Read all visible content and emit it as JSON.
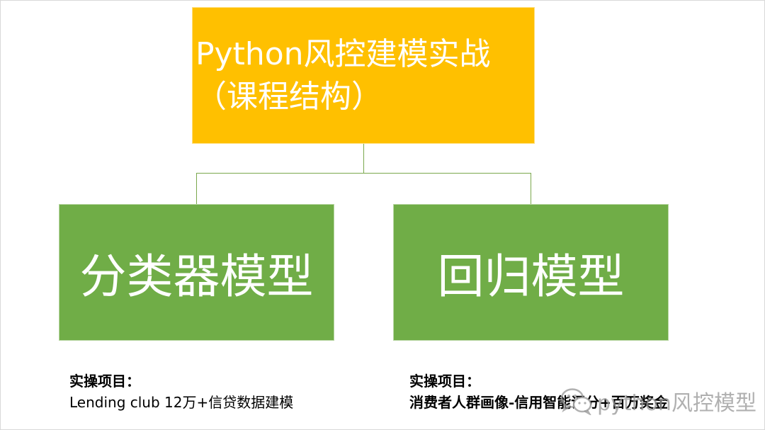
{
  "diagram": {
    "root": {
      "label": "Python风控建模实战（课程结构）",
      "color": "#FFC000"
    },
    "children": [
      {
        "id": "left",
        "label": "分类器模型",
        "color": "#70AD47",
        "caption_title": "实操项目：",
        "caption_text": "Lending club 12万+信贷数据建模"
      },
      {
        "id": "right",
        "label": "回归模型",
        "color": "#70AD47",
        "caption_title": "实操项目：",
        "caption_text": "消费者人群画像-信用智能评分+百万奖金"
      }
    ]
  },
  "watermark": {
    "text": "python风控模型",
    "icon": "wechat-icon"
  }
}
